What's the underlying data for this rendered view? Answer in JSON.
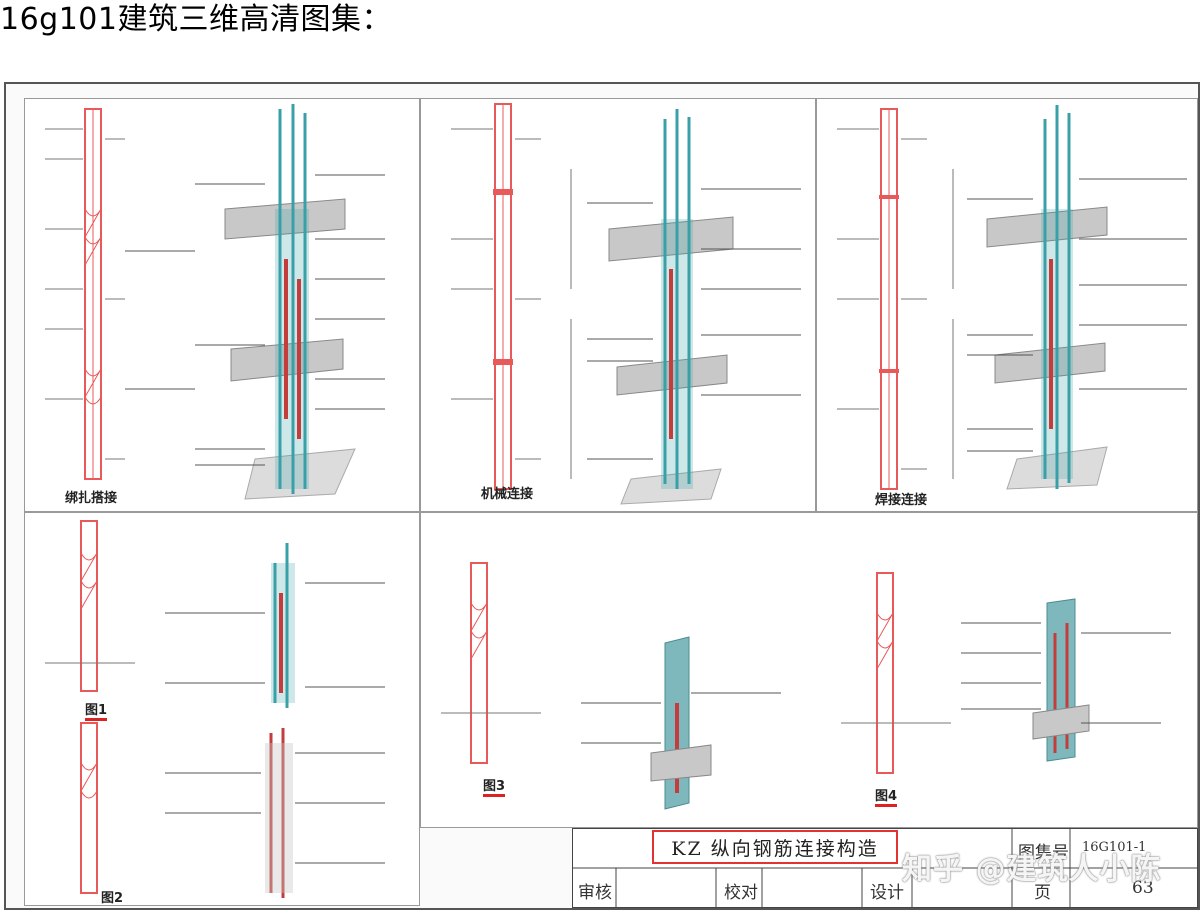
{
  "page": {
    "heading": "16g101建筑三维高清图集："
  },
  "sheet": {
    "captions": {
      "top_left": "绑扎搭接",
      "top_middle": "机械连接",
      "top_right": "焊接连接",
      "mid_left_top": "图1",
      "mid_left_bottom": "图2",
      "mid_center": "图3",
      "mid_right": "图4"
    },
    "title_block": {
      "title": "KZ 纵向钢筋连接构造",
      "review_label": "审核",
      "check_label": "校对",
      "design_label": "设计",
      "atlas_label": "图集号",
      "atlas_value": "16G101-1",
      "page_label": "页",
      "page_value": "63"
    }
  },
  "watermark": {
    "text": "知乎 @建筑人小陈"
  },
  "colors": {
    "rebar_red": "#e85a5a",
    "rebar_teal": "#3aa0a8",
    "slab_gray": "#c8c8c8",
    "title_border": "#e23232",
    "line": "#555555"
  }
}
